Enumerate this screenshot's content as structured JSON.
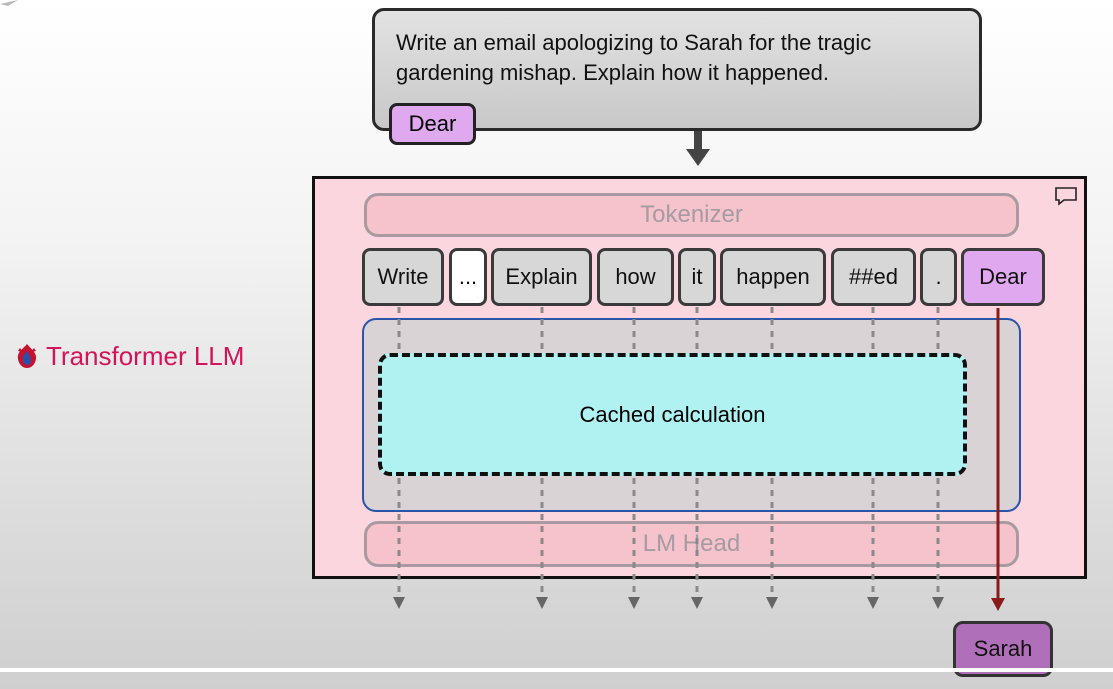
{
  "prompt": {
    "line1": "Write an email apologizing to Sarah for the tragic",
    "line2": "gardening mishap. Explain how it happened.",
    "tag": "Dear"
  },
  "model": {
    "label": "Transformer LLM",
    "tokenizer_label": "Tokenizer",
    "lm_head_label": "LM Head",
    "cache_label": "Cached calculation",
    "tokens": [
      "Write",
      "...",
      "Explain",
      "how",
      "it",
      "happen",
      "##ed",
      ".",
      "Dear"
    ]
  },
  "output": {
    "token": "Sarah"
  },
  "colors": {
    "accent_label": "#d4145a",
    "new_token_fill": "#e0a8ef",
    "output_token_fill": "#b06fb9",
    "cache_fill": "#b0f2f2",
    "active_arrow": "#8b1a1a"
  }
}
